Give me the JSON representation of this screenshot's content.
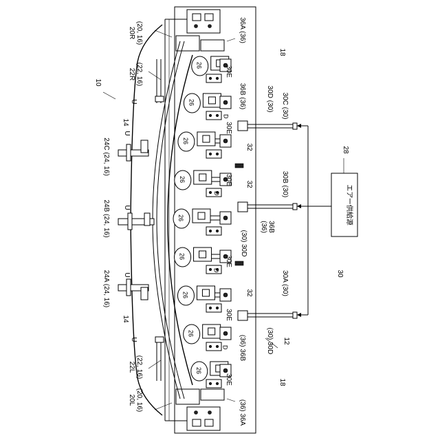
{
  "figure": {
    "labels": {
      "ref_10": "10",
      "ref_12": "12",
      "ref_14_top": "14",
      "ref_14_bottom": "14",
      "ref_18_top": "18",
      "ref_18_bottom": "18",
      "ref_28": "28",
      "ref_30": "30",
      "ref_32_a": "32",
      "ref_32_b": "32",
      "ref_32_c": "32",
      "ref_20R": "(20, 16)\n20R",
      "ref_22R": "(22, 16)\n22R",
      "ref_20L": "(20, 16)\n20L",
      "ref_22L": "(22, 16)\n22L",
      "ref_24C": "24C (24, 16)",
      "ref_24B": "24B (24, 16)",
      "ref_24A": "24A (24, 16)",
      "ref_U_1": "U",
      "ref_U_2": "U",
      "ref_U_3": "U",
      "ref_U_4": "U",
      "ref_U_5": "U",
      "ref_36A_top": "36A (36)",
      "ref_36A_bottom": "(36) 36A",
      "ref_36B_top": "36B (36)",
      "ref_36B_mid": "36B\n(36)",
      "ref_36B_bottom": "(36) 36B",
      "ref_30D_top": "30D (30)",
      "ref_30D_mid": "(30) 30D",
      "ref_30D_bottom": "(30) 30D",
      "ref_30C": "30C (30)",
      "ref_30B": "30B (30)",
      "ref_30A": "30A (30)",
      "ref_30E": "30E",
      "ref_26": "26",
      "ref_D": "D",
      "air_source": "エアー供給源"
    }
  }
}
